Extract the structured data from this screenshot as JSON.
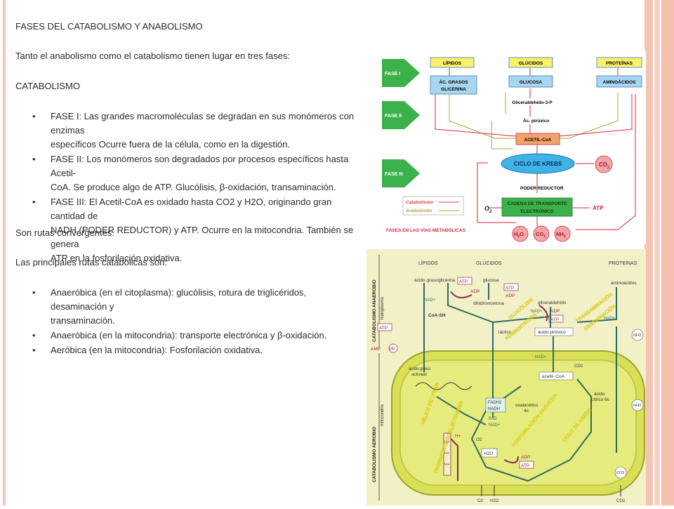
{
  "slide": {
    "title": "FASES DEL CATABOLISMO Y ANABOLISMO",
    "intro": "Tanto el anabolismo como el catabolismo tienen lugar en tres fases:",
    "subheading": "CATABOLISMO",
    "phases": [
      {
        "lines": [
          "FASE I: Las grandes macromoléculas se degradan en sus monómeros con enzimas",
          "específicos Ocurre fuera de la célula, como en la digestión."
        ]
      },
      {
        "lines": [
          "FASE II: Los monómeros son degradados por procesos específicos hasta Acetil-",
          "CoA. Se produce algo de ATP. Glucólisis, β-oxidación, transaminación."
        ]
      },
      {
        "lines": [
          "FASE III: El Acetil-CoA es oxidado hasta CO2 y H2O, originando gran cantidad de",
          "NADH (PODER REDUCTOR) y ATP. Ocurre en la mitocondria. También se genera",
          "ATP en la fosforilación oxidativa."
        ]
      }
    ],
    "convergent": "Son rutas convergentes.",
    "routes_heading": "Las principales rutas catabólicas son:",
    "routes": [
      {
        "lines": [
          "Anaeróbica (en el citoplasma): glucólisis, rotura de triglicéridos, desaminación y",
          "transaminación."
        ]
      },
      {
        "lines": [
          "Anaeróbica (en la mitocondria): transporte electrónica y β-oxidación."
        ]
      },
      {
        "lines": [
          "Aeróbica (en la mitocondria): Fosforilación oxidativa."
        ]
      }
    ]
  },
  "diagram1": {
    "phase_labels": [
      "FASE I",
      "FASE II",
      "FASE III"
    ],
    "sources": [
      "LÍPIDOS",
      "GLÚCIDOS",
      "PROTEÍNAS"
    ],
    "monomers": [
      "ÁC. GRASOS",
      "GLICERINA",
      "GLUCOSA",
      "AMINOÁCIDOS"
    ],
    "intermediates": [
      "Gliceraldehído-3-P",
      "Ác. pirúvico"
    ],
    "acetyl": "ACETIL-CoA",
    "krebs": "CICLO DE KREBS",
    "co2": "CO",
    "co2_sub": "2",
    "reducing_power": "PODER REDUCTOR",
    "chain": [
      "CADENA DE TRANSPORTE",
      "ELECTRÓNICO"
    ],
    "o2": "O",
    "o2_sub": "2",
    "atp": "ATP",
    "outputs": [
      {
        "main": "H",
        "sub": "2",
        "rest": "O"
      },
      {
        "main": "CO",
        "sub": "2",
        "rest": ""
      },
      {
        "main": "NH",
        "sub": "3",
        "rest": ""
      }
    ],
    "legend": [
      "Catabolismo",
      "Anabolismo"
    ],
    "caption": "FASES EN LAS VÍAS METABÓLICAS",
    "colors": {
      "box": "#fbf06a",
      "blue": "#a9d6ef",
      "green": "#3cb04a",
      "red": "#d9263b",
      "catabolic": "#e2453d",
      "anabolic": "#a9a43f"
    }
  },
  "diagram2": {
    "side_top": "CATABOLISMO ANAEROBIO",
    "side_top_sub": "hialoplasma",
    "side_bottom": "CATABOLISMO AEROBIO",
    "side_bottom_sub": "mitocondria",
    "sources": [
      "LÍPIDOS",
      "GLÚCIDOS",
      "PROTEÍNAS"
    ],
    "acido_graso": "ácido graso",
    "glicerina": "glicerina",
    "glucosa": "glucosa",
    "aminoacidos": "aminoácidos",
    "dihidroxiacetona": "dihidroxicetona",
    "gliceraldehido": "gliceraldehído",
    "lactico": "láctico",
    "piruvico": "ácido pirúvico",
    "coa_sh": "CoA-SH",
    "atp": "ATP",
    "adp": "ADP",
    "amp": "AMP",
    "pp": "PP",
    "nad": "NAD+",
    "nadh": "NADH",
    "fadh2": "FADH2",
    "fad": "FAD",
    "nh3": "NH3",
    "co2": "CO2",
    "acido_graso_activado": [
      "ácido graso",
      "activado"
    ],
    "acetil_coa": "acetil- CoA",
    "citrico": [
      "ácido",
      "cítrico 6c"
    ],
    "oxalacetico": [
      "oxalacético",
      "4c"
    ],
    "h_plus": "H+",
    "o2": "O2",
    "h2o": "H2O",
    "arc_labels": [
      "GLUCÓLISIS",
      "FERMENTACIÓN",
      "TRANSAMINACIÓN",
      "DESAMINACIÓN",
      "HÉLICE DE LYNEN",
      "TRANSPORTE DE ELECTRONES",
      "FOSFORILACIÓN OXIDATIVA",
      "CICLO DE KREBS"
    ],
    "colors": {
      "background": "#f2f0c6",
      "mito": "#d9df57",
      "path": "#2f6b60",
      "atp": "#8c2a4b",
      "arc_text": "#f0e030"
    }
  }
}
